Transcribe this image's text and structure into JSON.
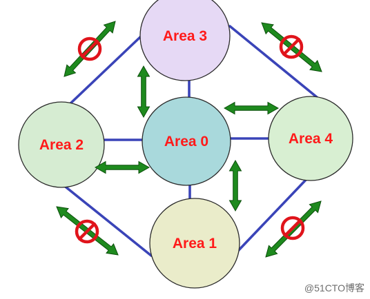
{
  "diagram": {
    "areas": [
      {
        "id": "area-0",
        "label": "Area 0",
        "fill": "#a9d9dc",
        "role": "backbone"
      },
      {
        "id": "area-1",
        "label": "Area 1",
        "fill": "#eaecca"
      },
      {
        "id": "area-2",
        "label": "Area 2",
        "fill": "#d6ecd2"
      },
      {
        "id": "area-3",
        "label": "Area 3",
        "fill": "#e6d9f5"
      },
      {
        "id": "area-4",
        "label": "Area 4",
        "fill": "#d8efd2"
      }
    ],
    "links": [
      {
        "from": "area-0",
        "to": "area-1"
      },
      {
        "from": "area-0",
        "to": "area-2"
      },
      {
        "from": "area-0",
        "to": "area-3"
      },
      {
        "from": "area-0",
        "to": "area-4"
      },
      {
        "from": "area-2",
        "to": "area-3"
      },
      {
        "from": "area-3",
        "to": "area-4"
      },
      {
        "from": "area-2",
        "to": "area-1"
      },
      {
        "from": "area-4",
        "to": "area-1"
      }
    ],
    "allowed_exchanges": [
      {
        "between": [
          "area-0",
          "area-3"
        ]
      },
      {
        "between": [
          "area-0",
          "area-4"
        ]
      },
      {
        "between": [
          "area-0",
          "area-2"
        ]
      },
      {
        "between": [
          "area-0",
          "area-1"
        ]
      }
    ],
    "blocked_exchanges": [
      {
        "between": [
          "area-2",
          "area-3"
        ]
      },
      {
        "between": [
          "area-3",
          "area-4"
        ]
      },
      {
        "between": [
          "area-2",
          "area-1"
        ]
      },
      {
        "between": [
          "area-4",
          "area-1"
        ]
      }
    ],
    "colors": {
      "link": "#3a44b8",
      "circle_stroke": "#2a2a2a",
      "label": "#ff1a1a",
      "arrow_fill": "#1e8a1e",
      "arrow_stroke": "#0b4f0b",
      "prohibit": "#e0141b"
    }
  },
  "watermark": {
    "text": "@51CTO博客"
  }
}
